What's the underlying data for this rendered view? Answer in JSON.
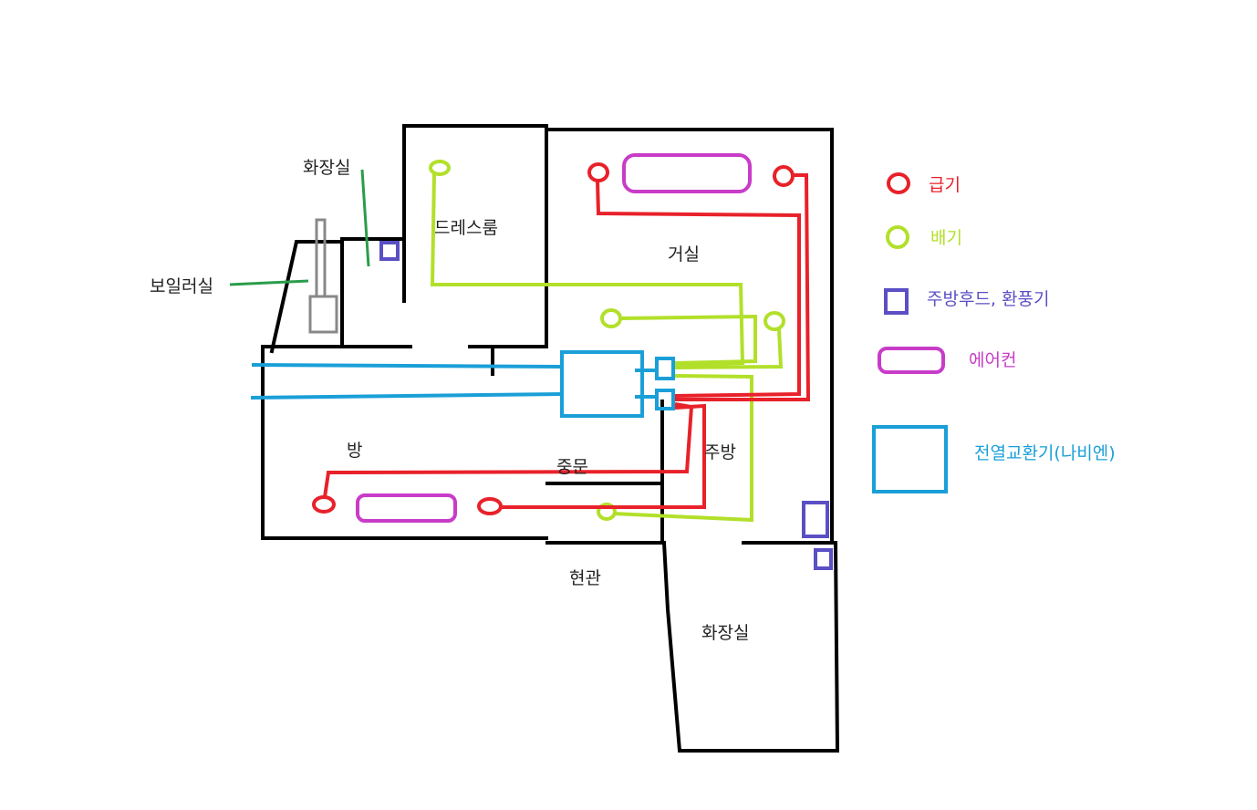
{
  "rooms": {
    "bathroom_top": "화장실",
    "boiler": "보일러실",
    "dressroom": "드레스룸",
    "living": "거실",
    "bedroom": "방",
    "middle_door": "중문",
    "kitchen": "주방",
    "entrance": "현관",
    "bathroom_bottom": "화장실"
  },
  "legend": {
    "supply": "급기",
    "exhaust": "배기",
    "hood_fan": "주방후드, 환풍기",
    "aircon": "에어컨",
    "erv": "전열교환기(나비엔)"
  },
  "colors": {
    "supply": "#e8212a",
    "exhaust": "#b2e02a",
    "hood_fan": "#5b4fc4",
    "aircon": "#c83cc8",
    "erv": "#1a9fd8",
    "pointer": "#2a9d4a"
  }
}
